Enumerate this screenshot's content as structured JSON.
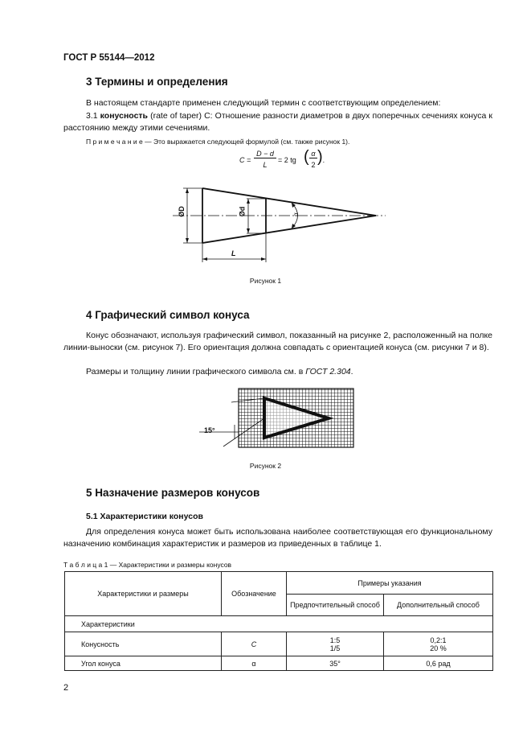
{
  "header": {
    "doc": "ГОСТ Р 55144—2012"
  },
  "section3": {
    "title": "3  Термины и определения",
    "intro": "В настоящем стандарте применен следующий термин с соответствующим определением:",
    "term_num": "3.1  ",
    "term_bold": "конусность",
    "term_rest": " (rate of taper) C: Отношение разности диаметров в двух поперечных сечениях конуса к расстоянию между этими сечениями.",
    "note": "П р и м е ч а н и е — Это выражается следующей формулой (см. также рисунок 1).",
    "formula": {
      "lhs": "C =",
      "num": "D − d",
      "den": "L",
      "mid": "= 2 tg",
      "alpha": "α",
      "two": "2",
      "end": "."
    },
    "figure_caption": "Рисунок 1",
    "fig_labels": {
      "D": "ØD",
      "d": "Ød",
      "L": "L",
      "alpha": "α"
    }
  },
  "section4": {
    "title": "4  Графический символ конуса",
    "p1": "Конус обозначают, используя графический символ, показанный на рисунке 2, расположенный на полке линии-выноски (см. рисунок 7). Его ориентация должна совпадать с ориентацией конуса (см. рисунки 7 и 8).",
    "p2_start": "Размеры и толщину линии графического символа см. в ",
    "p2_ref": "ГОСТ 2.304",
    "p2_end": ".",
    "angle_label": "15°",
    "figure_caption": "Рисунок 2"
  },
  "section5": {
    "title": "5  Назначение размеров конусов",
    "sub_title": "5.1  Характеристики конусов",
    "p1": "Для определения конуса может быть использована наиболее соответствующая его функциональному назначению комбинация характеристик и размеров из приведенных в таблице 1.",
    "table_caption": "Т а б л и ц а  1 — Характеристики и размеры конусов"
  },
  "table": {
    "col1": "Характеристики и размеры",
    "col2": "Обозначение",
    "col3": "Примеры указания",
    "col3a": "Предпочтительный способ",
    "col3b": "Дополнительный способ",
    "group": "Характеристики",
    "rows": [
      {
        "name": "Конусность",
        "sym": "C",
        "pref1": "1:5",
        "pref2": "1/5",
        "alt1": "0,2:1",
        "alt2": "20 %"
      },
      {
        "name": "Угол конуса",
        "sym": "α",
        "pref1": "35°",
        "pref2": "",
        "alt1": "0,6 рад",
        "alt2": ""
      }
    ]
  },
  "page_number": "2"
}
